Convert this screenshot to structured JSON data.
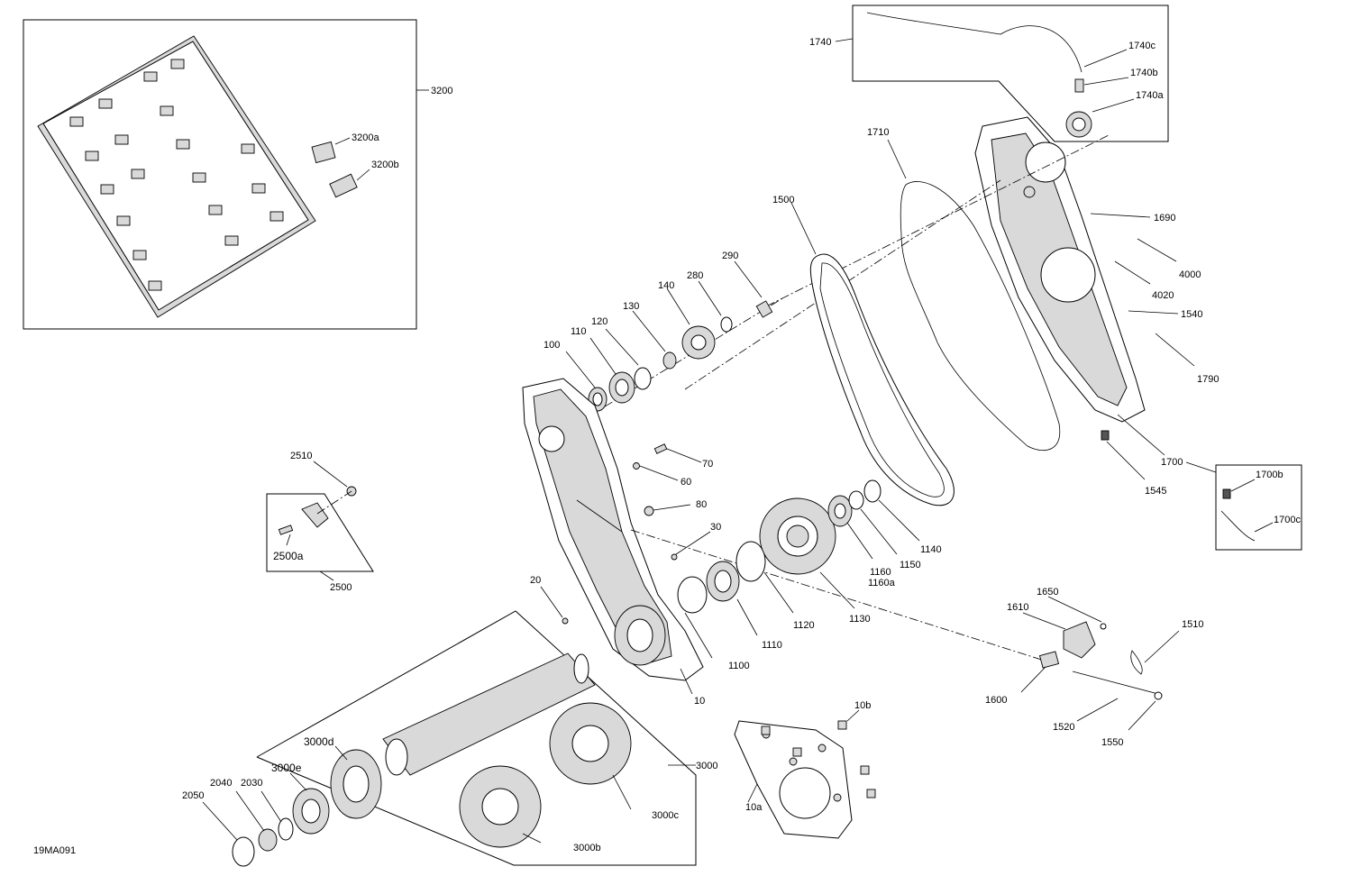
{
  "drawing_id": "19MA091",
  "callouts": [
    {
      "key": "c3200",
      "text": "3200"
    },
    {
      "key": "c3200a",
      "text": "3200a"
    },
    {
      "key": "c3200b",
      "text": "3200b"
    },
    {
      "key": "c1740",
      "text": "1740"
    },
    {
      "key": "c1740c",
      "text": "1740c"
    },
    {
      "key": "c1740b",
      "text": "1740b"
    },
    {
      "key": "c1740a",
      "text": "1740a"
    },
    {
      "key": "c1710",
      "text": "1710"
    },
    {
      "key": "c1690",
      "text": "1690"
    },
    {
      "key": "c4000",
      "text": "4000"
    },
    {
      "key": "c4020",
      "text": "4020"
    },
    {
      "key": "c1540",
      "text": "1540"
    },
    {
      "key": "c1790",
      "text": "1790"
    },
    {
      "key": "c1500",
      "text": "1500"
    },
    {
      "key": "c290",
      "text": "290"
    },
    {
      "key": "c280",
      "text": "280"
    },
    {
      "key": "c140",
      "text": "140"
    },
    {
      "key": "c130",
      "text": "130"
    },
    {
      "key": "c120",
      "text": "120"
    },
    {
      "key": "c110",
      "text": "110"
    },
    {
      "key": "c100",
      "text": "100"
    },
    {
      "key": "c70",
      "text": "70"
    },
    {
      "key": "c60",
      "text": "60"
    },
    {
      "key": "c80",
      "text": "80"
    },
    {
      "key": "c30",
      "text": "30"
    },
    {
      "key": "c20",
      "text": "20"
    },
    {
      "key": "c10",
      "text": "10"
    },
    {
      "key": "c2510",
      "text": "2510"
    },
    {
      "key": "c2500a",
      "text": "2500a"
    },
    {
      "key": "c2500",
      "text": "2500"
    },
    {
      "key": "c1700",
      "text": "1700"
    },
    {
      "key": "c1700b",
      "text": "1700b"
    },
    {
      "key": "c1700c",
      "text": "1700c"
    },
    {
      "key": "c1545",
      "text": "1545"
    },
    {
      "key": "c1140",
      "text": "1140"
    },
    {
      "key": "c1150",
      "text": "1150"
    },
    {
      "key": "c1160",
      "text": "1160"
    },
    {
      "key": "c1160a",
      "text": "1160a"
    },
    {
      "key": "c1130",
      "text": "1130"
    },
    {
      "key": "c1120",
      "text": "1120"
    },
    {
      "key": "c1110",
      "text": "1110"
    },
    {
      "key": "c1100",
      "text": "1100"
    },
    {
      "key": "c1650",
      "text": "1650"
    },
    {
      "key": "c1610",
      "text": "1610"
    },
    {
      "key": "c1510",
      "text": "1510"
    },
    {
      "key": "c1600",
      "text": "1600"
    },
    {
      "key": "c1520",
      "text": "1520"
    },
    {
      "key": "c1550",
      "text": "1550"
    },
    {
      "key": "c10b",
      "text": "10b"
    },
    {
      "key": "c10a",
      "text": "10a"
    },
    {
      "key": "c3000",
      "text": "3000"
    },
    {
      "key": "c3000d",
      "text": "3000d"
    },
    {
      "key": "c3000e",
      "text": "3000e"
    },
    {
      "key": "c3000c",
      "text": "3000c"
    },
    {
      "key": "c3000b",
      "text": "3000b"
    },
    {
      "key": "c2050",
      "text": "2050"
    },
    {
      "key": "c2040",
      "text": "2040"
    },
    {
      "key": "c2030",
      "text": "2030"
    }
  ],
  "labels": {
    "c3200": "3200",
    "c3200a": "3200a",
    "c3200b": "3200b",
    "c1740": "1740",
    "c1740c": "1740c",
    "c1740b": "1740b",
    "c1740a": "1740a",
    "c1710": "1710",
    "c1690": "1690",
    "c4000": "4000",
    "c4020": "4020",
    "c1540": "1540",
    "c1790": "1790",
    "c1500": "1500",
    "c290": "290",
    "c280": "280",
    "c140": "140",
    "c130": "130",
    "c120": "120",
    "c110": "110",
    "c100": "100",
    "c70": "70",
    "c60": "60",
    "c80": "80",
    "c30": "30",
    "c20": "20",
    "c10": "10",
    "c2510": "2510",
    "c2500a": "2500a",
    "c2500": "2500",
    "c1700": "1700",
    "c1700b": "1700b",
    "c1700c": "1700c",
    "c1545": "1545",
    "c1140": "1140",
    "c1150": "1150",
    "c1160": "1160",
    "c1160a": "1160a",
    "c1130": "1130",
    "c1120": "1120",
    "c1110": "1110",
    "c1100": "1100",
    "c1650": "1650",
    "c1610": "1610",
    "c1510": "1510",
    "c1600": "1600",
    "c1520": "1520",
    "c1550": "1550",
    "c10b": "10b",
    "c10a": "10a",
    "c3000": "3000",
    "c3000d": "3000d",
    "c3000e": "3000e",
    "c3000c": "3000c",
    "c3000b": "3000b",
    "c2050": "2050",
    "c2040": "2040",
    "c2030": "2030"
  }
}
